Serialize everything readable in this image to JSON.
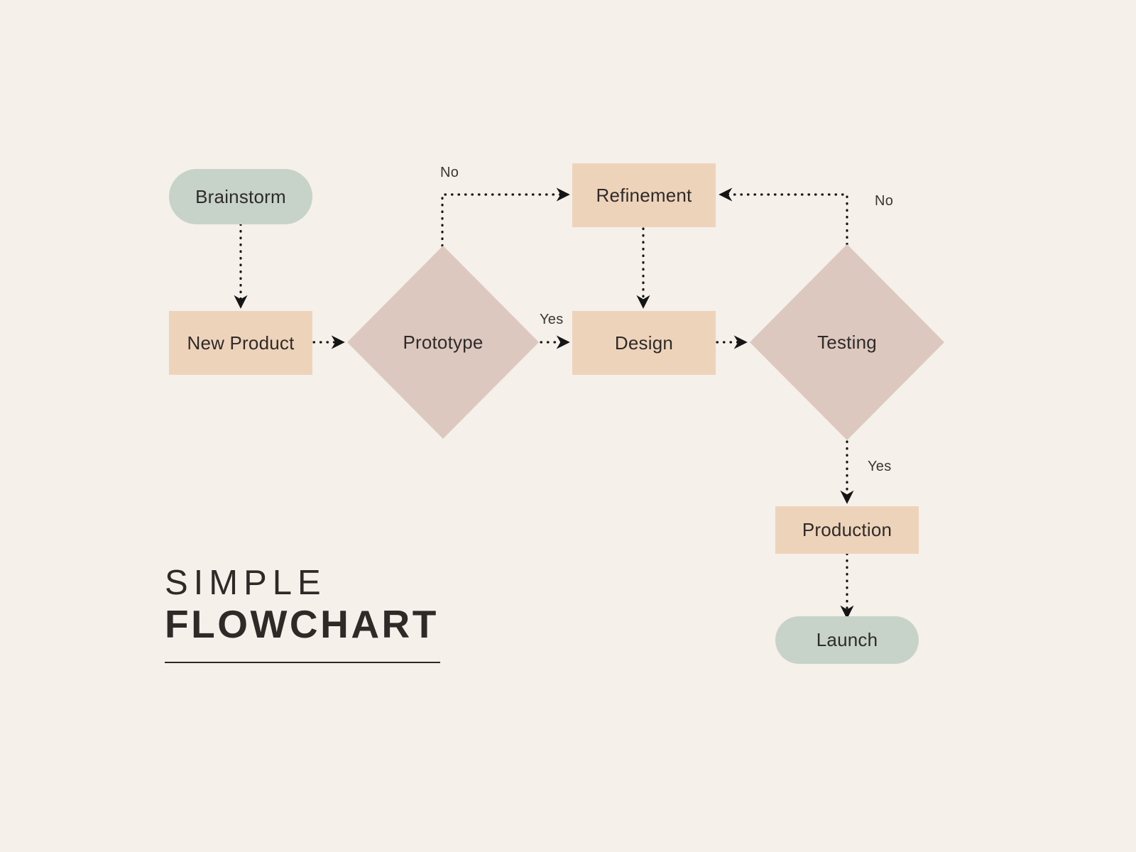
{
  "theme": {
    "background": "#f5f0ea",
    "terminator_fill": "#c7d3c9",
    "process_fill": "#eed3bb",
    "decision_fill": "#ddc8c0",
    "text": "#2e2b28",
    "edge": "#1a1a1a"
  },
  "title": {
    "line1": "SIMPLE",
    "line2": "FLOWCHART"
  },
  "chart_data": {
    "type": "diagram",
    "diagram_kind": "flowchart",
    "title": "SIMPLE FLOWCHART",
    "nodes": [
      {
        "id": "brainstorm",
        "label": "Brainstorm",
        "shape": "pill",
        "fill": "#c7d3c9"
      },
      {
        "id": "new_product",
        "label": "New Product",
        "shape": "rect",
        "fill": "#eed3bb"
      },
      {
        "id": "prototype",
        "label": "Prototype",
        "shape": "diamond",
        "fill": "#ddc8c0"
      },
      {
        "id": "refinement",
        "label": "Refinement",
        "shape": "rect",
        "fill": "#eed3bb"
      },
      {
        "id": "design",
        "label": "Design",
        "shape": "rect",
        "fill": "#eed3bb"
      },
      {
        "id": "testing",
        "label": "Testing",
        "shape": "diamond",
        "fill": "#ddc8c0"
      },
      {
        "id": "production",
        "label": "Production",
        "shape": "rect",
        "fill": "#eed3bb"
      },
      {
        "id": "launch",
        "label": "Launch",
        "shape": "pill",
        "fill": "#c7d3c9"
      }
    ],
    "edges": [
      {
        "from": "brainstorm",
        "to": "new_product",
        "label": ""
      },
      {
        "from": "new_product",
        "to": "prototype",
        "label": ""
      },
      {
        "from": "prototype",
        "to": "refinement",
        "label": "No"
      },
      {
        "from": "prototype",
        "to": "design",
        "label": "Yes"
      },
      {
        "from": "refinement",
        "to": "design",
        "label": ""
      },
      {
        "from": "design",
        "to": "testing",
        "label": ""
      },
      {
        "from": "testing",
        "to": "refinement",
        "label": "No"
      },
      {
        "from": "testing",
        "to": "production",
        "label": "Yes"
      },
      {
        "from": "production",
        "to": "launch",
        "label": ""
      }
    ],
    "edge_style": "dotted-with-arrowhead"
  },
  "labels": {
    "no_prototype": "No",
    "no_testing": "No",
    "yes_prototype": "Yes",
    "yes_testing": "Yes"
  }
}
